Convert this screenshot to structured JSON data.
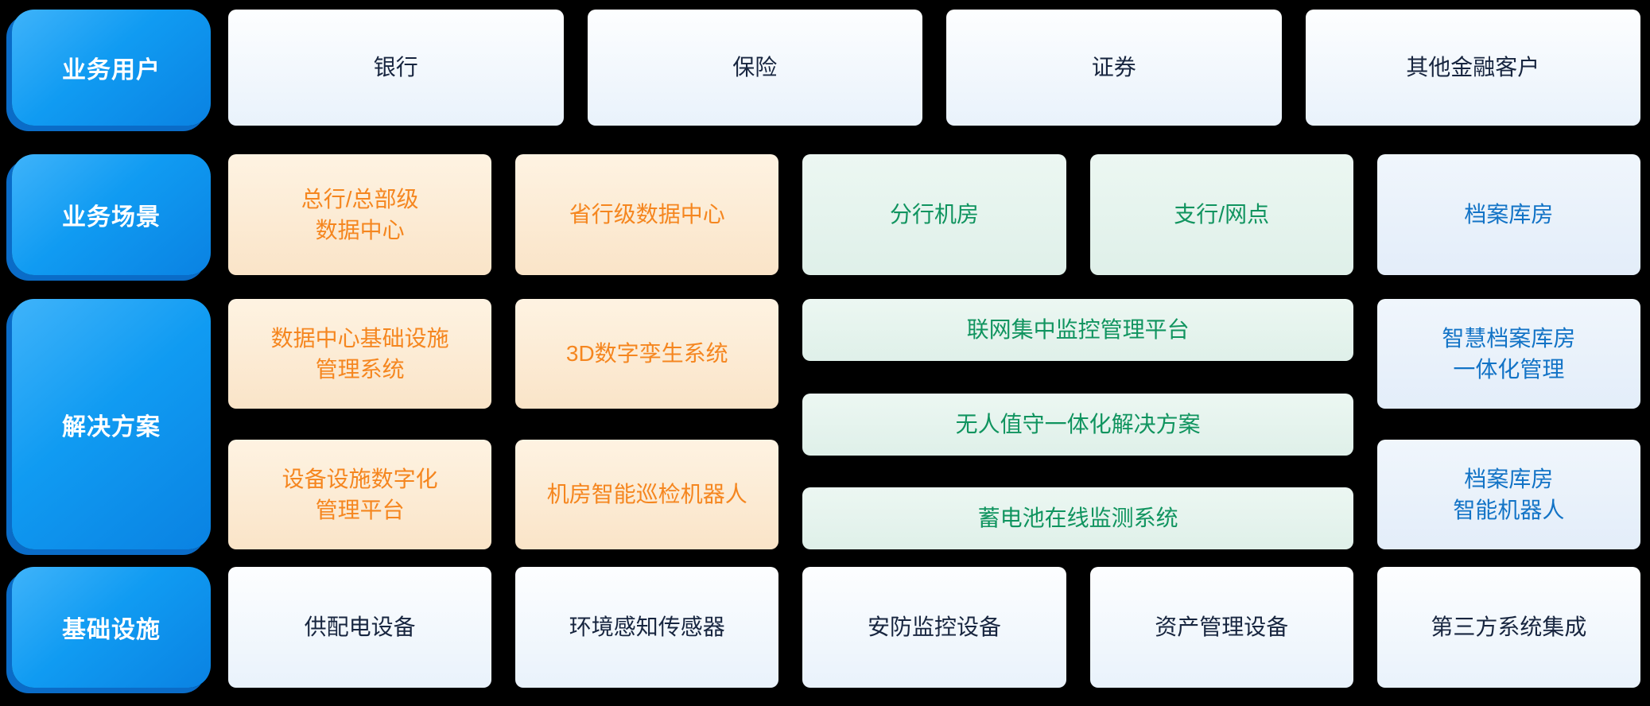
{
  "colors": {
    "background": "#000000",
    "label_blue": "#109BF2",
    "label_blue_shadow": "#0A6CC8",
    "orange_text": "#F5861F",
    "orange_bg": "#FAE4C8",
    "green_text": "#10945F",
    "green_bg": "#E6F3EE",
    "archive_blue_text": "#1273C6",
    "archive_blue_bg": "#E9F1FA",
    "plain_text": "#17253F",
    "plain_bg": "#F2F8FD"
  },
  "rows": {
    "users": {
      "label": "业务用户",
      "items": [
        "银行",
        "保险",
        "证券",
        "其他金融客户"
      ]
    },
    "scenarios": {
      "label": "业务场景",
      "items": [
        "总行/总部级\n数据中心",
        "省行级数据中心",
        "分行机房",
        "支行/网点",
        "档案库房"
      ]
    },
    "solutions": {
      "label": "解决方案",
      "datacenter": [
        "数据中心基础设施\n管理系统",
        "设备设施数字化\n管理平台"
      ],
      "digital": [
        "3D数字孪生系统",
        "机房智能巡检机器人"
      ],
      "monitoring": [
        "联网集中监控管理平台",
        "无人值守一体化解决方案",
        "蓄电池在线监测系统"
      ],
      "archive": [
        "智慧档案库房\n一体化管理",
        "档案库房\n智能机器人"
      ]
    },
    "infrastructure": {
      "label": "基础设施",
      "items": [
        "供配电设备",
        "环境感知传感器",
        "安防监控设备",
        "资产管理设备",
        "第三方系统集成"
      ]
    }
  }
}
